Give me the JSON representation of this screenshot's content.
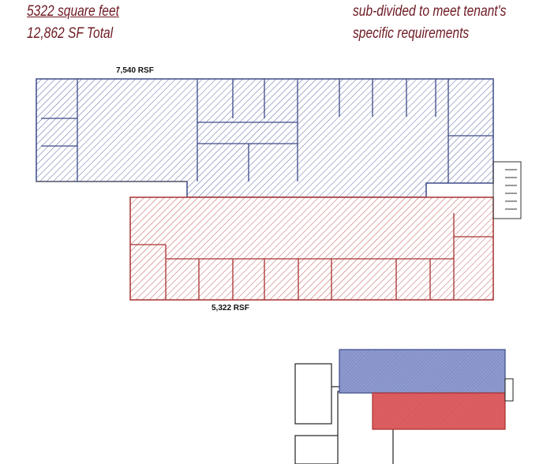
{
  "notes": {
    "area_line": "5322 square feet",
    "total_line": "12,862 SF Total",
    "subdivide_line1": "sub-divided to meet tenant's",
    "subdivide_line2": "specific requirements"
  },
  "plan": {
    "upper_suite_label": "7,540 RSF",
    "lower_suite_label": "5,322 RSF"
  },
  "colors": {
    "text": "#6e1a22",
    "blue_suite": "#4a5a9a",
    "red_suite": "#b83a3a",
    "blue_fill_keymap": "#8f9bd0",
    "red_fill_keymap": "#d9595c"
  }
}
